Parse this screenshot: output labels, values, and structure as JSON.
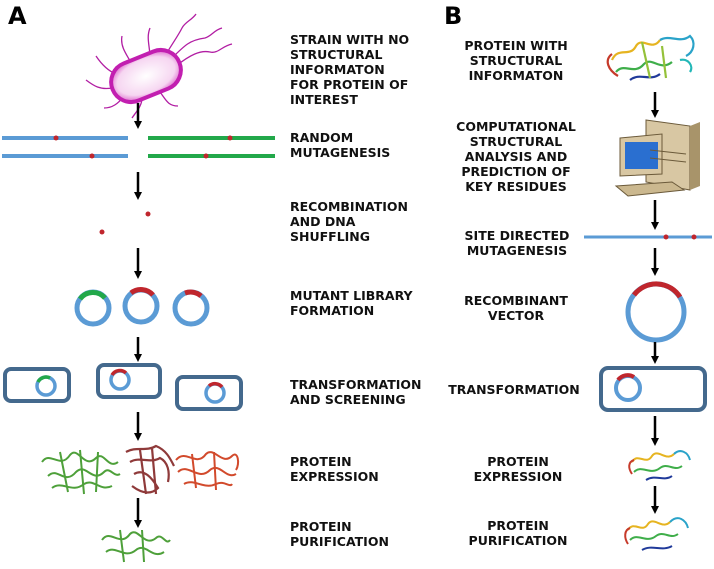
{
  "panels": {
    "a": {
      "letter": "A",
      "steps": [
        "STRAIN WITH NO\nSTRUCTURAL\nINFORMATON\nFOR PROTEIN OF\nINTEREST",
        "RANDOM\nMUTAGENESIS",
        "RECOMBINATION\nAND DNA\nSHUFFLING",
        "MUTANT LIBRARY\nFORMATION",
        "TRANSFORMATION\nAND SCREENING",
        "PROTEIN\nEXPRESSION",
        "PROTEIN\nPURIFICATION"
      ]
    },
    "b": {
      "letter": "B",
      "steps": [
        "PROTEIN WITH\nSTRUCTURAL\nINFORMATON",
        "COMPUTATIONAL\nSTRUCTURAL\nANALYSIS AND\nPREDICTION OF\nKEY RESIDUES",
        "SITE DIRECTED\nMUTAGENESIS",
        "RECOMBINANT\nVECTOR",
        "TRANSFORMATION",
        "PROTEIN\nEXPRESSION",
        "PROTEIN\nPURIFICATION"
      ]
    }
  },
  "colors": {
    "dna_blue": "#5b9bd5",
    "dna_green": "#22a84a",
    "mutation_red": "#c0262d",
    "cell_border": "#44698d",
    "bacterium": "#c21fb0",
    "protein_green": "#4ea03a",
    "protein_maroon": "#8f3a3a",
    "protein_red": "#d24a2c"
  }
}
